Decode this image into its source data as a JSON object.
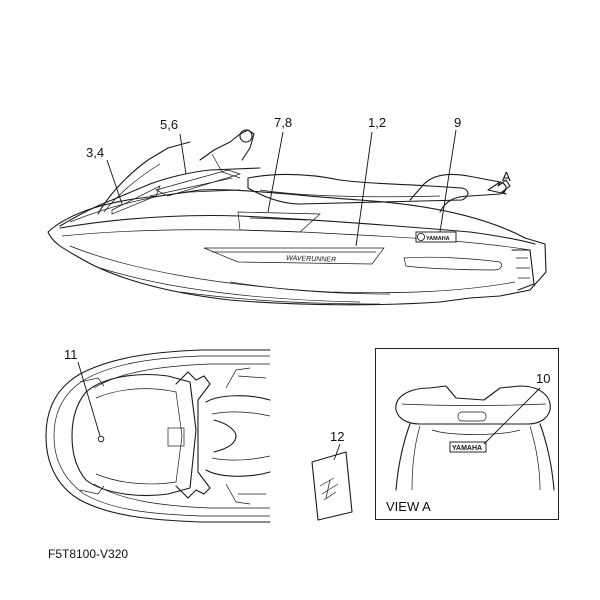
{
  "labels": {
    "l34": "3,4",
    "l56": "5,6",
    "l78": "7,8",
    "l12": "1,2",
    "l9": "9",
    "lA": "A",
    "l11": "11",
    "l12b": "12",
    "l10": "10",
    "view": "VIEW A"
  },
  "decals": {
    "brand_small": "YAMAHA",
    "brand_view": "YAMAHA",
    "side_text": "WAVERUNNER"
  },
  "part_code": "F5T8100-V320"
}
